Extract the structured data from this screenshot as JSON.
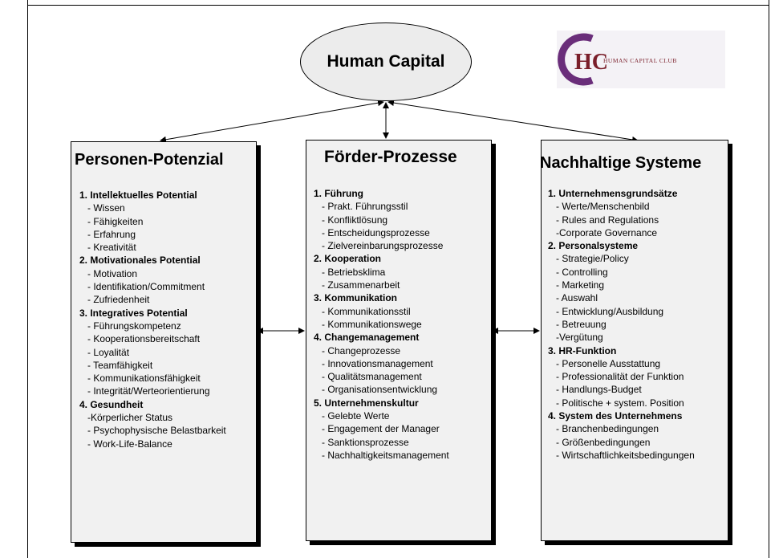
{
  "center": {
    "title": "Human Capital"
  },
  "logo": {
    "initials": "HC",
    "tagline": "HUMAN CAPITAL CLUB"
  },
  "columns": [
    {
      "title": "Personen-Potenzial",
      "sections": [
        {
          "title": "1. Intellektuelles Potential",
          "items": [
            "- Wissen",
            "- Fähigkeiten",
            "- Erfahrung",
            "- Kreativität"
          ]
        },
        {
          "title": "2. Motivationales Potential",
          "items": [
            "- Motivation",
            "- Identifikation/Commitment",
            "- Zufriedenheit"
          ]
        },
        {
          "title": "3. Integratives Potential",
          "items": [
            "- Führungskompetenz",
            "- Kooperationsbereitschaft",
            "- Loyalität",
            "- Teamfähigkeit",
            "- Kommunikationsfähigkeit",
            "- Integrität/Werteorientierung"
          ]
        },
        {
          "title": "4. Gesundheit",
          "items": [
            "-Körperlicher Status",
            "- Psychophysische Belastbarkeit",
            "- Work-Life-Balance"
          ]
        }
      ]
    },
    {
      "title": "Förder-Prozesse",
      "sections": [
        {
          "title": "1. Führung",
          "items": [
            "- Prakt. Führungsstil",
            "- Konfliktlösung",
            "- Entscheidungsprozesse",
            "- Zielvereinbarungsprozesse"
          ]
        },
        {
          "title": "2. Kooperation",
          "items": [
            "- Betriebsklima",
            "- Zusammenarbeit"
          ]
        },
        {
          "title": "3. Kommunikation",
          "items": [
            "- Kommunikationsstil",
            "- Kommunikationswege"
          ]
        },
        {
          "title": "4. Changemanagement",
          "items": [
            "- Changeprozesse",
            "- Innovationsmanagement",
            "- Qualitätsmanagement",
            "- Organisationsentwicklung"
          ]
        },
        {
          "title": "5. Unternehmenskultur",
          "items": [
            "- Gelebte Werte",
            "- Engagement der Manager",
            "- Sanktionsprozesse",
            "- Nachhaltigkeitsmanagement"
          ]
        }
      ]
    },
    {
      "title": "Nachhaltige Systeme",
      "sections": [
        {
          "title": "1. Unternehmensgrundsätze",
          "items": [
            "- Werte/Menschenbild",
            "- Rules and Regulations",
            "-Corporate Governance"
          ]
        },
        {
          "title": "2. Personalsysteme",
          "items": [
            "- Strategie/Policy",
            "- Controlling",
            "- Marketing",
            "- Auswahl",
            "- Entwicklung/Ausbildung",
            "- Betreuung",
            "-Vergütung"
          ]
        },
        {
          "title": "3. HR-Funktion",
          "items": [
            "- Personelle Ausstattung",
            "- Professionalität der Funktion",
            "- Handlungs-Budget",
            "- Politische + system. Position"
          ]
        },
        {
          "title": "4. System des Unternehmens",
          "items": [
            "- Branchenbedingungen",
            "- Größenbedingungen",
            "- Wirtschaftlichkeitsbedingungen"
          ]
        }
      ]
    }
  ]
}
